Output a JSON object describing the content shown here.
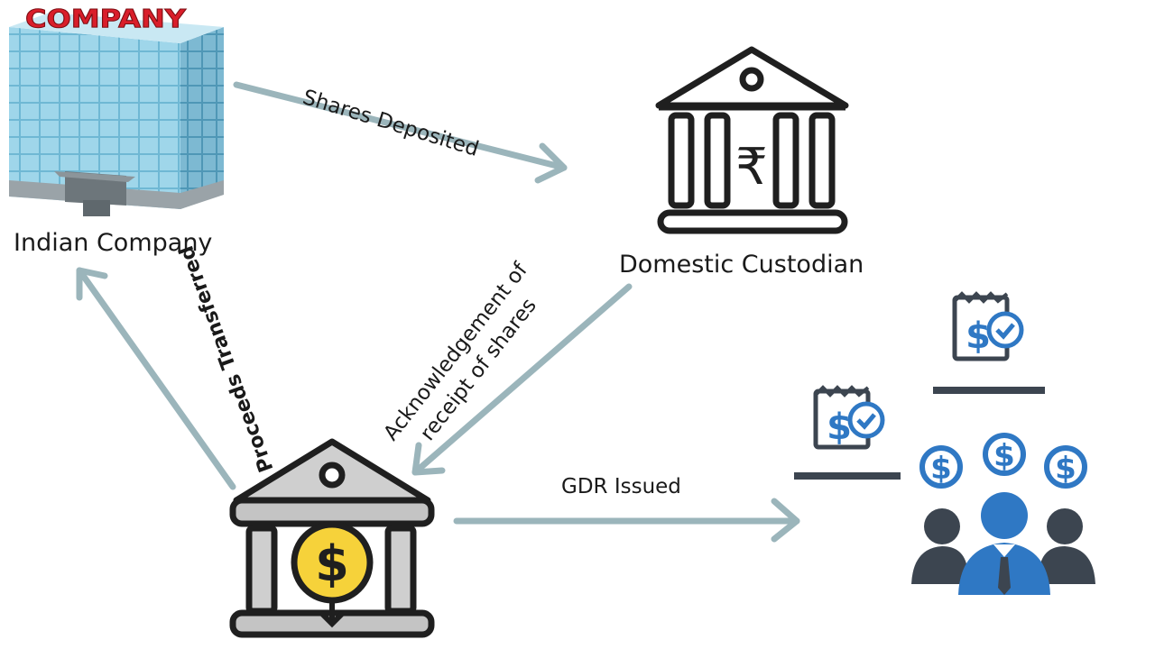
{
  "nodes": {
    "company": {
      "label": "Indian Company",
      "sign_text": "COMPANY"
    },
    "custodian": {
      "label": "Domestic Custodian",
      "currency_symbol": "₹"
    },
    "depository_bank": {
      "label": "",
      "currency_symbol": "$"
    },
    "investors": {
      "label": "",
      "currency_symbol": "$"
    }
  },
  "edges": {
    "shares_deposited": "Shares Deposited",
    "acknowledgement_line1": "Acknowledgement of",
    "acknowledgement_line2": "receipt of shares",
    "gdr_issued": "GDR Issued",
    "proceeds_transferred": "Proceeds Transferred"
  },
  "colors": {
    "arrow": "#9bb5bb",
    "icon_outline": "#1f1f1f",
    "bank_fill": "#c9c9c9",
    "coin_fill": "#f6d23a",
    "investor_blue": "#2f78c4",
    "investor_gray": "#3c4550",
    "building_glass": "#7fc3dc",
    "sign_red": "#d91e2a"
  }
}
